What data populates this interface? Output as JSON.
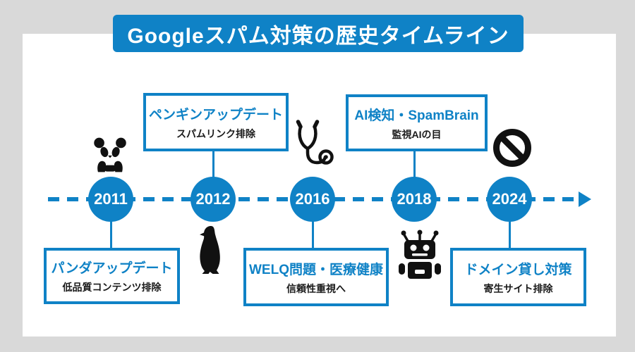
{
  "title": "Googleスパム対策の歴史タイムライン",
  "colors": {
    "accent_blue": "#0f82c6",
    "page_background": "#d9d9d9",
    "card_background": "#ffffff",
    "icon_black": "#111111",
    "subtitle_text": "#1a1a1a"
  },
  "timeline": {
    "direction_icon": "arrow-right-icon",
    "events": [
      {
        "year": "2011",
        "label": "パンダアップデート",
        "sublabel": "低品質コンテンツ排除",
        "icon": "panda-icon",
        "box_position": "below",
        "icon_position": "above"
      },
      {
        "year": "2012",
        "label": "ペンギンアップデート",
        "sublabel": "スパムリンク排除",
        "icon": "penguin-icon",
        "box_position": "above",
        "icon_position": "below"
      },
      {
        "year": "2016",
        "label": "WELQ問題・医療健康",
        "sublabel": "信頼性重視へ",
        "icon": "stethoscope-icon",
        "box_position": "below",
        "icon_position": "above"
      },
      {
        "year": "2018",
        "label": "AI検知・SpamBrain",
        "sublabel": "監視AIの目",
        "icon": "robot-icon",
        "box_position": "above",
        "icon_position": "below"
      },
      {
        "year": "2024",
        "label": "ドメイン貸し対策",
        "sublabel": "寄生サイト排除",
        "icon": "no-entry-icon",
        "box_position": "below",
        "icon_position": "above"
      }
    ]
  }
}
